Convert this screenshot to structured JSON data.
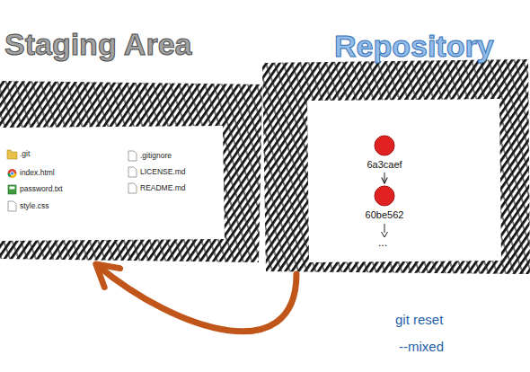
{
  "diagram": {
    "nodes": [
      {
        "text": [
          "Staging Area"
        ]
      },
      {
        "text": [
          "Repository"
        ]
      },
      {
        "text": [
          "6a3caef"
        ],
        "in": 1
      },
      {
        "text": [
          "60be562"
        ],
        "in": 1
      }
    ],
    "edges": [
      {
        "from": 2,
        "to": 3,
        "arrow": "to"
      },
      {
        "from": 1,
        "to": 0,
        "arrow": "to"
      }
    ],
    "labels": [
      ".git",
      "index.html",
      "password.txt",
      "style.css",
      ".gitignore",
      "LICENSE.md",
      "README.md",
      "...",
      "git reset",
      "--mixed"
    ]
  }
}
